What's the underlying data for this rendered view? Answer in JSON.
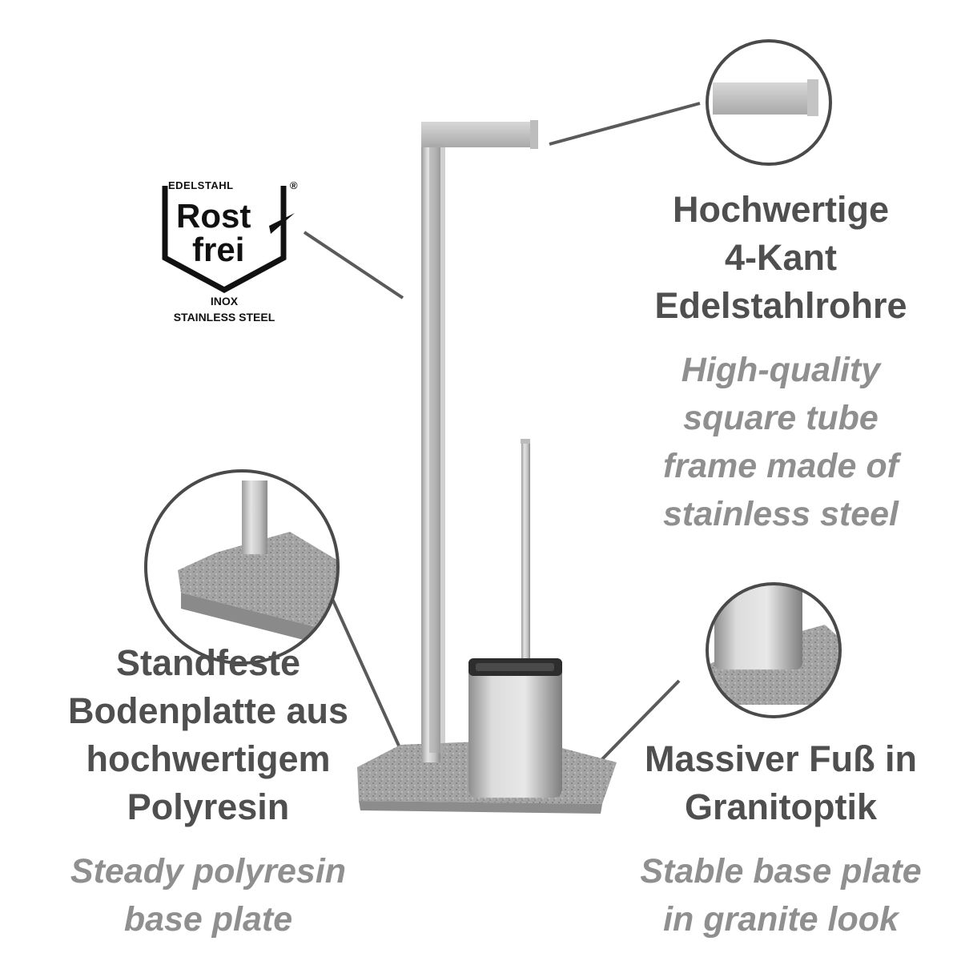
{
  "badge": {
    "top_text": "EDELSTAHL",
    "registered": "®",
    "word1": "Rost",
    "word2": "frei",
    "sub1": "INOX",
    "sub2": "STAINLESS STEEL"
  },
  "callouts": {
    "top_right": {
      "de": [
        "Hochwertige",
        "4-Kant",
        "Edelstahlrohre"
      ],
      "en": [
        "High-quality",
        "square tube",
        "frame made of",
        "stainless steel"
      ]
    },
    "bottom_left": {
      "de": [
        "Standfeste",
        "Bodenplatte aus",
        "hochwertigem",
        "Polyresin"
      ],
      "en": [
        "Steady polyresin",
        "base plate"
      ]
    },
    "bottom_right": {
      "de": [
        "Massiver Fuß in",
        "Granitoptik"
      ],
      "en": [
        "Stable base plate",
        "in granite look"
      ]
    }
  },
  "colors": {
    "heading": "#4f4f4f",
    "subtext": "#8f8f8f",
    "steel": "#c9c9c9",
    "granite": "#9a9a9a",
    "leader_line": "#5a5a5a"
  }
}
